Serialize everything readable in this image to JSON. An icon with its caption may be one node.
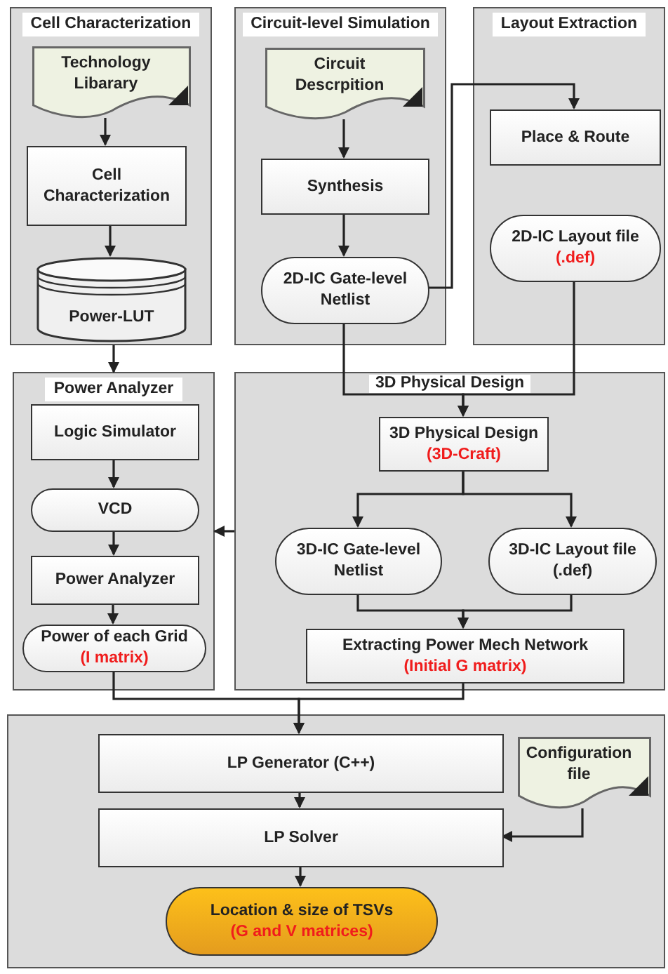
{
  "diagram": {
    "nodes": [
      {
        "text": [
          "Cell Characterization"
        ]
      },
      {
        "text": [
          "Technology Libarary"
        ],
        "in": 0
      },
      {
        "text": [
          "Cell Characterization"
        ],
        "in": 0
      },
      {
        "text": [
          "Power-LUT"
        ],
        "in": 0
      },
      {
        "text": [
          "Circuit-level Simulation"
        ]
      },
      {
        "text": [
          "Circuit Descrpition"
        ],
        "in": 4
      },
      {
        "text": [
          "Synthesis"
        ],
        "in": 4
      },
      {
        "text": [
          "2D-IC Gate-level Netlist"
        ],
        "in": 4
      },
      {
        "text": [
          "Layout Extraction"
        ]
      },
      {
        "text": [
          "Place & Route"
        ],
        "in": 8
      },
      {
        "text": [
          "2D-IC Layout file",
          "(.def)"
        ],
        "in": 8
      },
      {
        "text": [
          "Power Analyzer"
        ]
      },
      {
        "text": [
          "Logic Simulator"
        ],
        "in": 11
      },
      {
        "text": [
          "VCD"
        ],
        "in": 11
      },
      {
        "text": [
          "Power Analyzer"
        ],
        "in": 11
      },
      {
        "text": [
          "Power of each Grid",
          "(I matrix)"
        ],
        "in": 11
      },
      {
        "text": [
          "3D Physical Design"
        ]
      },
      {
        "text": [
          "3D Physical Design",
          "(3D-Craft)"
        ],
        "in": 16
      },
      {
        "text": [
          "3D-IC Gate-level Netlist"
        ],
        "in": 16
      },
      {
        "text": [
          "3D-IC Layout file (.def)"
        ],
        "in": 16
      },
      {
        "text": [
          "Extracting Power Mech Network",
          "(Initial G matrix)"
        ],
        "in": 16
      },
      {
        "text": [],
        "shape": "box"
      },
      {
        "text": [
          "LP Generator (C++)"
        ],
        "in": 21
      },
      {
        "text": [
          "LP Solver"
        ],
        "in": 21
      },
      {
        "text": [
          "Configuration file"
        ],
        "in": 21
      },
      {
        "text": [
          "Location & size of TSVs",
          "(G and V matrices)"
        ],
        "in": 21
      }
    ],
    "edges": [
      {
        "from": 1,
        "to": 2,
        "arrow": "to"
      },
      {
        "from": 2,
        "to": 3,
        "arrow": "to"
      },
      {
        "from": 0,
        "to": 11,
        "arrow": "to"
      },
      {
        "from": 5,
        "to": 6,
        "arrow": "to"
      },
      {
        "from": 6,
        "to": 7,
        "arrow": "to"
      },
      {
        "from": 7,
        "to": 9,
        "arrow": "to"
      },
      {
        "from": 7,
        "to": 17,
        "arrow": "to"
      },
      {
        "from": 10,
        "to": 17,
        "arrow": "to"
      },
      {
        "from": 12,
        "to": 13,
        "arrow": "to"
      },
      {
        "from": 13,
        "to": 14,
        "arrow": "to"
      },
      {
        "from": 14,
        "to": 15,
        "arrow": "to"
      },
      {
        "from": 16,
        "to": 11,
        "arrow": "to"
      },
      {
        "from": 17,
        "to": 18,
        "arrow": "to"
      },
      {
        "from": 17,
        "to": 19,
        "arrow": "to"
      },
      {
        "from": 18,
        "to": 20,
        "arrow": "to"
      },
      {
        "from": 19,
        "to": 20,
        "arrow": "to"
      },
      {
        "from": 15,
        "to": 22,
        "arrow": "to"
      },
      {
        "from": 20,
        "to": 22,
        "arrow": "to"
      },
      {
        "from": 22,
        "to": 23,
        "arrow": "to"
      },
      {
        "from": 24,
        "to": 23,
        "arrow": "to"
      },
      {
        "from": 23,
        "to": 25,
        "arrow": "to"
      }
    ]
  }
}
